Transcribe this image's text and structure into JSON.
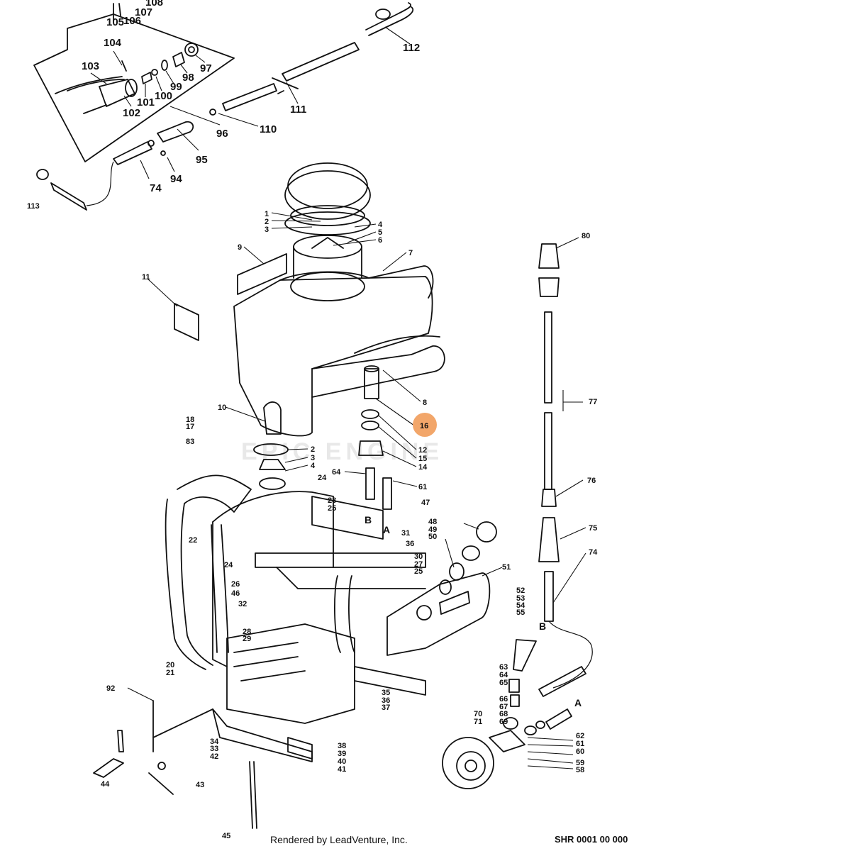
{
  "footer": {
    "credit": "Rendered by LeadVenture, Inc.",
    "drawing_code": "SHR 0001 00 000"
  },
  "watermark": {
    "text": "EPIC ENGINE"
  },
  "highlight": {
    "label": "16",
    "color": "#f2a66a"
  },
  "callouts_large": [
    "108",
    "107",
    "105",
    "106",
    "112",
    "104",
    "103",
    "97",
    "98",
    "99",
    "100",
    "101",
    "102",
    "111",
    "96",
    "110",
    "95",
    "94",
    "74"
  ],
  "callouts_small": [
    "113",
    "1",
    "2",
    "3",
    "4",
    "5",
    "6",
    "7",
    "9",
    "11",
    "8",
    "80",
    "10",
    "18",
    "17",
    "83",
    "2",
    "3",
    "4",
    "12",
    "15",
    "14",
    "64",
    "61",
    "24",
    "23",
    "25",
    "22",
    "77",
    "B",
    "A",
    "31",
    "36",
    "30",
    "27",
    "25",
    "48",
    "49",
    "50",
    "47",
    "51",
    "76",
    "75",
    "74",
    "24",
    "26",
    "46",
    "32",
    "52",
    "53",
    "54",
    "55",
    "28",
    "29",
    "20",
    "21",
    "B",
    "63",
    "64",
    "65",
    "66",
    "67",
    "68",
    "69",
    "70",
    "71",
    "92",
    "35",
    "36",
    "37",
    "34",
    "33",
    "42",
    "38",
    "39",
    "40",
    "41",
    "44",
    "43",
    "45",
    "A",
    "62",
    "61",
    "60",
    "59",
    "58"
  ],
  "colors": {
    "line": "#111111",
    "background": "#ffffff"
  }
}
